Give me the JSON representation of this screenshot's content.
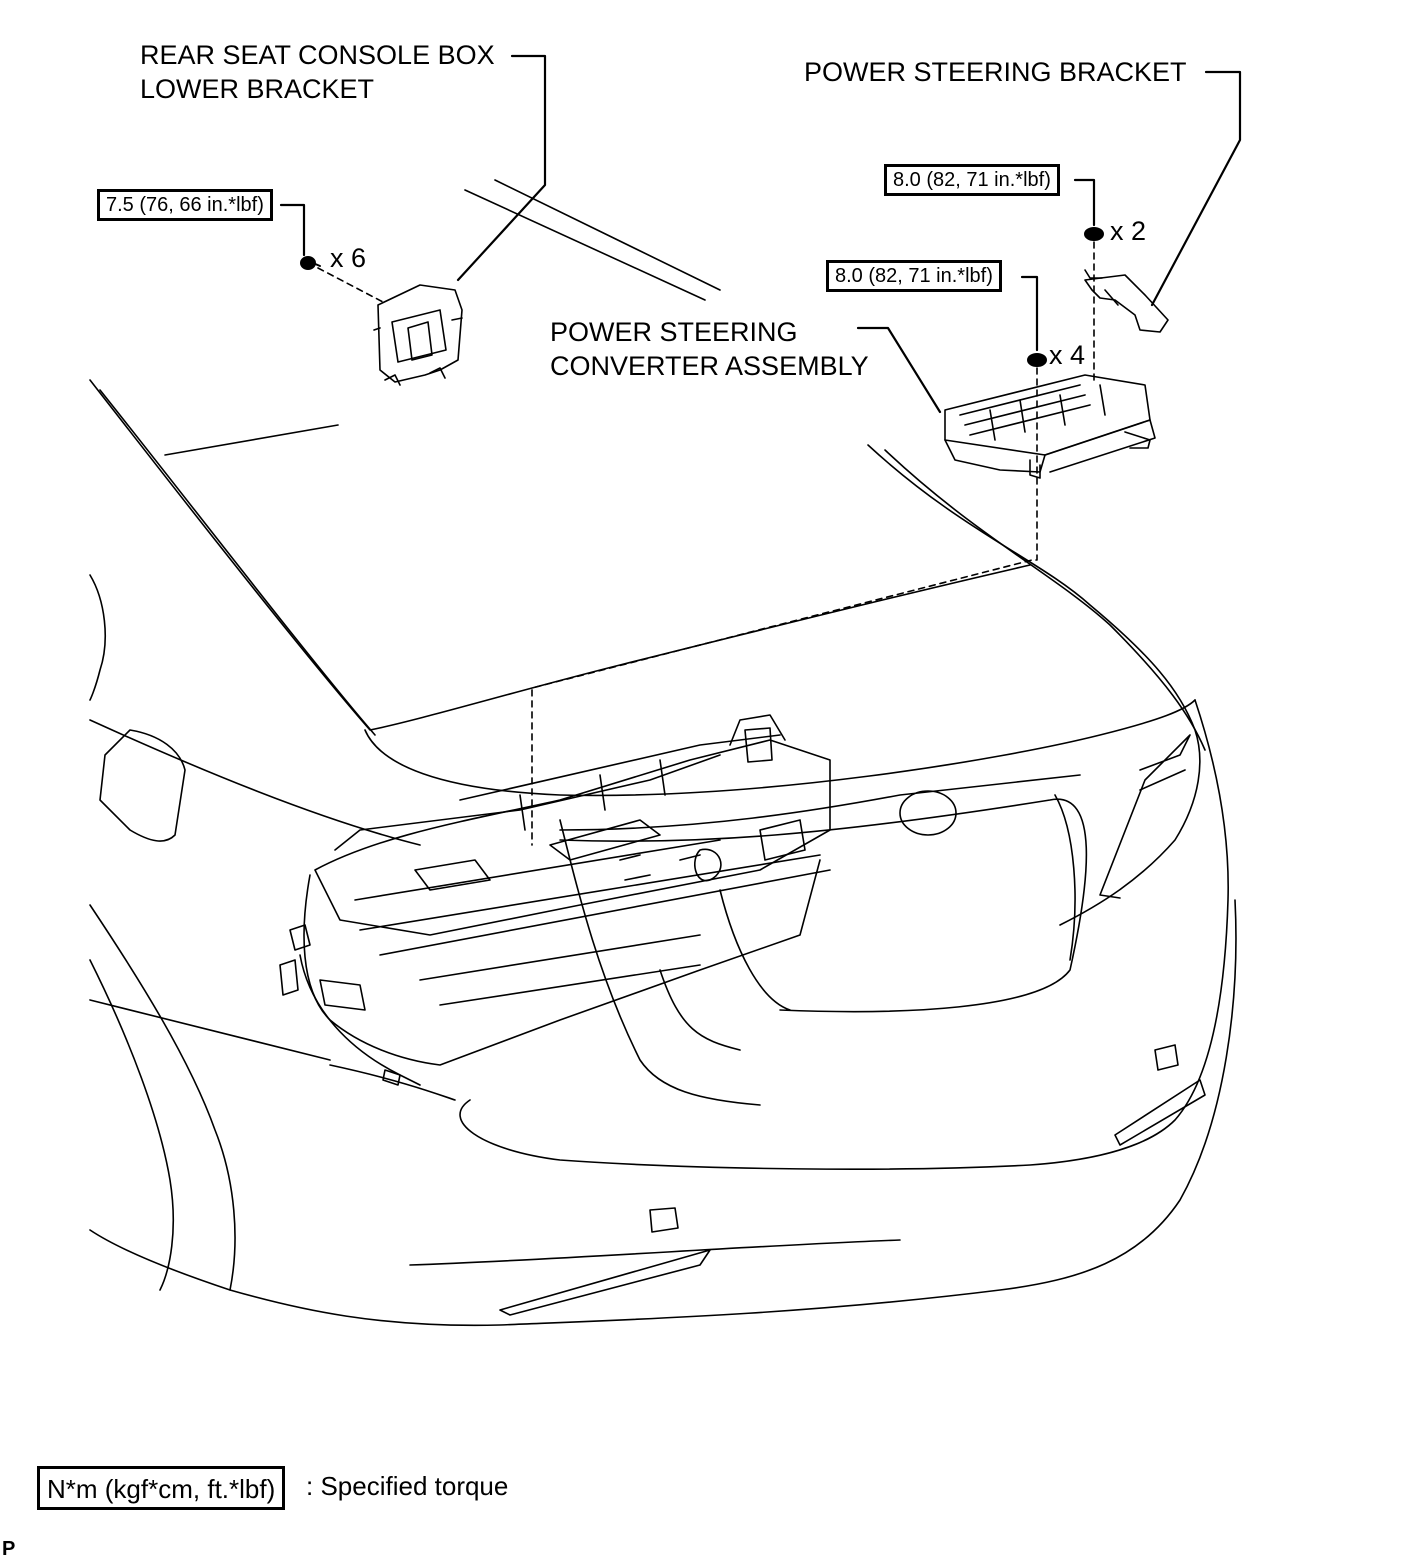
{
  "labels": {
    "rear_seat_bracket_line1": "REAR SEAT CONSOLE BOX",
    "rear_seat_bracket_line2": "LOWER BRACKET",
    "ps_bracket": "POWER STEERING BRACKET",
    "ps_converter_line1": "POWER STEERING",
    "ps_converter_line2": "CONVERTER ASSEMBLY"
  },
  "torques": {
    "rear_bracket_bolts": "7.5 (76, 66 in.*lbf)",
    "ps_bracket_nuts": "8.0 (82, 71 in.*lbf)",
    "ps_converter_nuts": "8.0 (82, 71 in.*lbf)"
  },
  "quantities": {
    "rear_bracket_bolts": "x 6",
    "ps_bracket_nuts": "x 2",
    "ps_converter_nuts": "x 4"
  },
  "legend": {
    "box_text": "N*m (kgf*cm, ft.*lbf)",
    "description": ": Specified torque"
  },
  "corner_code": "P"
}
